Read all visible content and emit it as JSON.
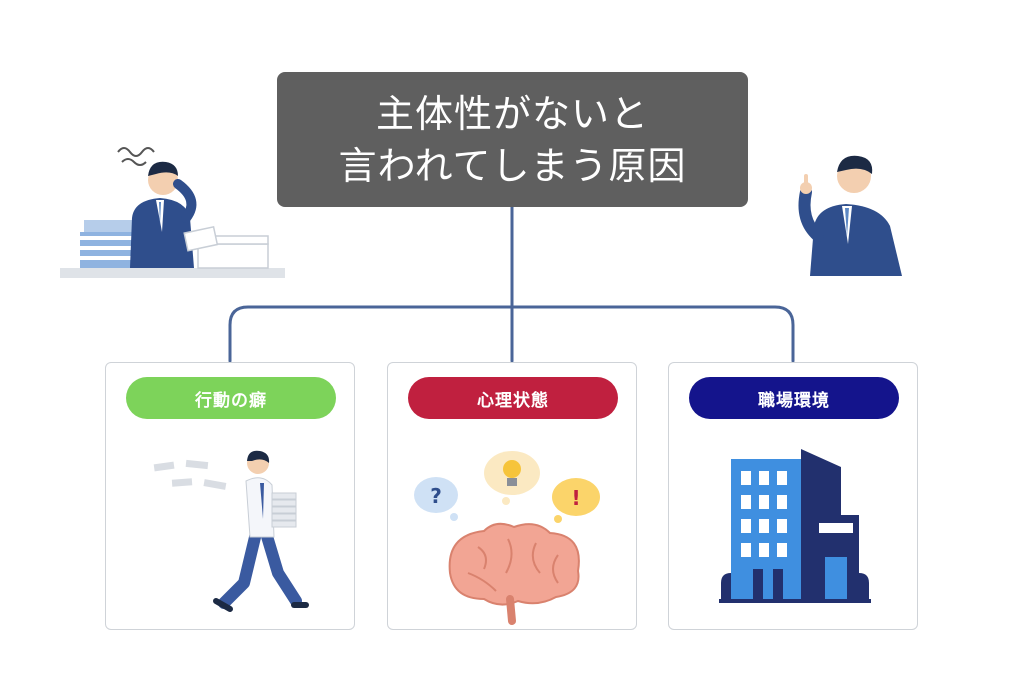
{
  "title": {
    "line1": "主体性がないと",
    "line2": "言われてしまう原因"
  },
  "causes": [
    {
      "label": "行動の癖",
      "color": "#7dd35a",
      "icon": "walking-businessman-illustration"
    },
    {
      "label": "心理状態",
      "color": "#c0203f",
      "icon": "brain-thoughts-illustration"
    },
    {
      "label": "職場環境",
      "color": "#14148c",
      "icon": "office-building-illustration"
    }
  ],
  "colors": {
    "title_bg": "#5f5f5f",
    "connector": "#4a6598",
    "card_border": "#cfd3d8"
  },
  "decorations": {
    "left": "stressed-businessman-at-desk-illustration",
    "right": "businessman-idea-illustration"
  }
}
